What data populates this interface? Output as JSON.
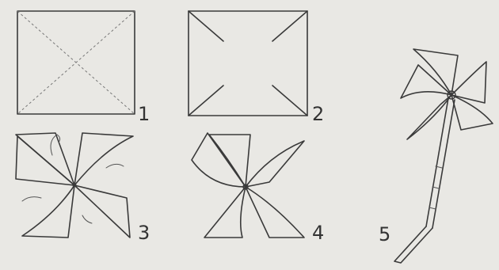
{
  "steps": [
    {
      "number": "1"
    },
    {
      "number": "2"
    },
    {
      "number": "3"
    },
    {
      "number": "4"
    },
    {
      "number": "5"
    }
  ],
  "colors": {
    "background": "#e9e8e4",
    "ink": "#3a3a3a"
  }
}
